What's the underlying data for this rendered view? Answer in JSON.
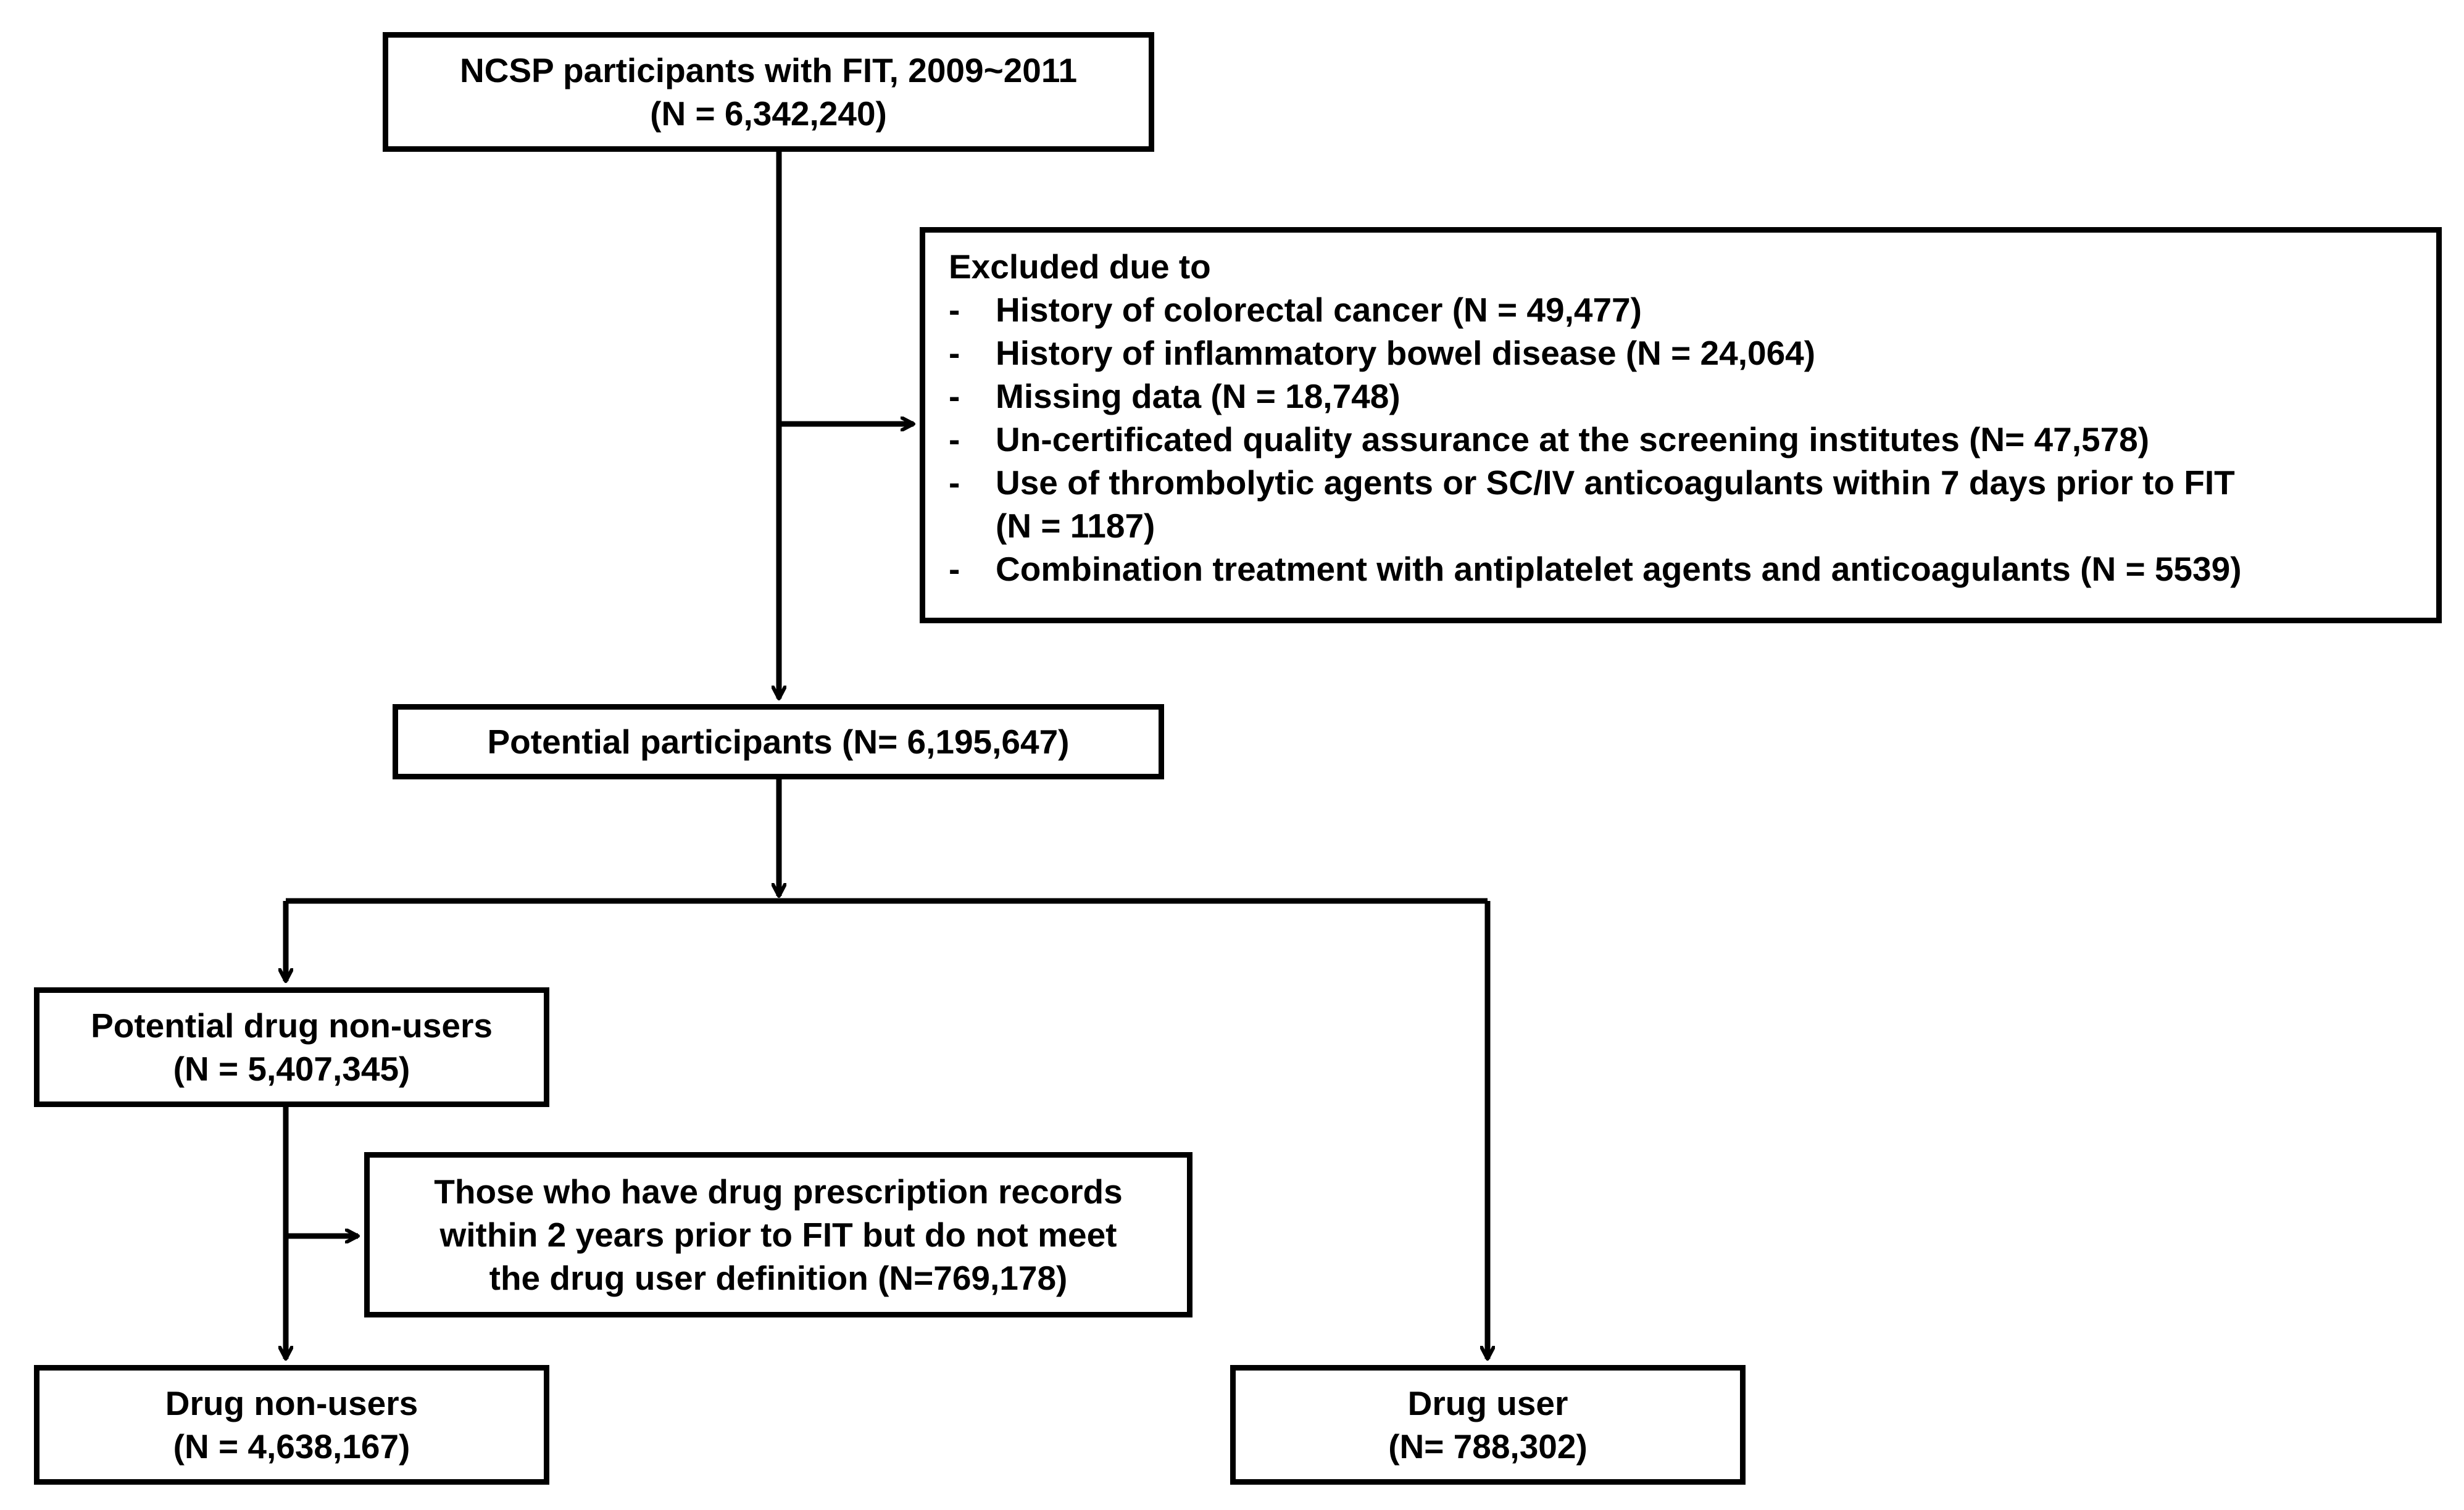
{
  "flowchart": {
    "start": {
      "line1": "NCSP participants with FIT, 2009~2011",
      "line2": "(N = 6,342,240)"
    },
    "exclusion": {
      "title": "Excluded due to",
      "bullet": "-",
      "items": [
        {
          "text": "History of colorectal cancer  (N =  49,477)"
        },
        {
          "text": "History of inflammatory bowel disease  (N = 24,064)"
        },
        {
          "text": "Missing data (N = 18,748)"
        },
        {
          "text": "Un-certificated quality assurance at the screening institutes (N= 47,578)"
        },
        {
          "text": "Use of thrombolytic agents or SC/IV  anticoagulants within 7 days prior to FIT",
          "cont": "(N = 1187)"
        },
        {
          "text": "Combination treatment with antiplatelet agents and anticoagulants (N = 5539)"
        }
      ]
    },
    "potential": {
      "line1": "Potential participants (N= 6,195,647)"
    },
    "potential_non_users": {
      "line1": "Potential drug non-users",
      "line2": "(N = 5,407,345)"
    },
    "prescription_exclusion": {
      "line1": "Those who have drug prescription records",
      "line2": "within 2 years prior to FIT but do not meet",
      "line3": "the drug user definition (N=769,178)"
    },
    "non_users": {
      "line1": "Drug non-users",
      "line2": "(N = 4,638,167)"
    },
    "users": {
      "line1": "Drug user",
      "line2": "(N= 788,302)"
    }
  },
  "colors": {
    "line": "#000000",
    "box_border": "#000000",
    "background": "#ffffff"
  }
}
